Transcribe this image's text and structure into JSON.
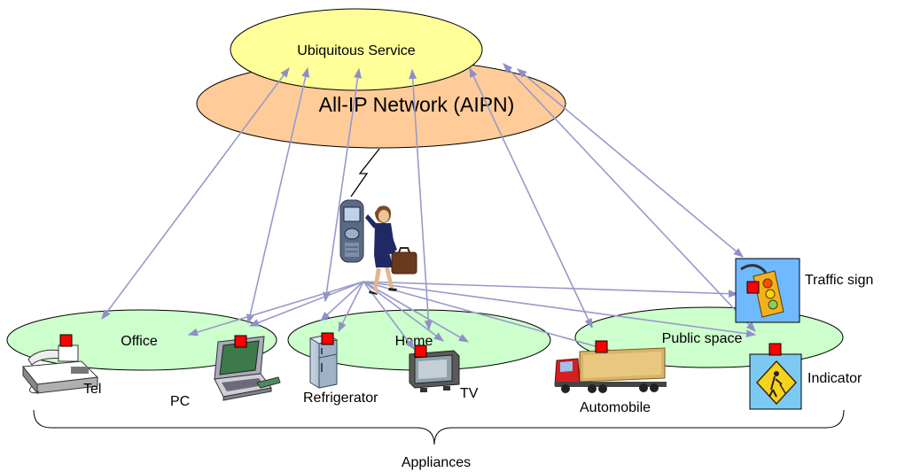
{
  "nodes": {
    "ubiquitous_service": "Ubiquitous Service",
    "aipn": "All-IP Network (AIPN)",
    "office": "Office",
    "home": "Home",
    "public_space": "Public space"
  },
  "devices": {
    "tel": "Tel",
    "pc": "PC",
    "refrigerator": "Refrigerator",
    "tv": "TV",
    "automobile": "Automobile",
    "traffic_sign": "Traffic sign",
    "indicator": "Indicator"
  },
  "appliances_label": "Appliances",
  "colors": {
    "service_fill": "#ffff99",
    "network_fill": "#ffcc99",
    "zone_fill": "#ccffcc",
    "arrow": "#9999cc",
    "marker": "#ff0000"
  }
}
